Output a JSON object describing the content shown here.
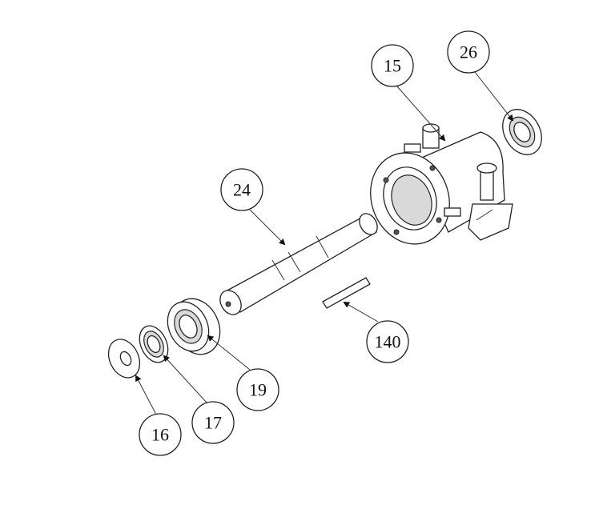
{
  "diagram": {
    "type": "exploded-parts-diagram",
    "callouts": [
      {
        "id": "15",
        "part": "housing"
      },
      {
        "id": "26",
        "part": "seal-right"
      },
      {
        "id": "24",
        "part": "shaft"
      },
      {
        "id": "140",
        "part": "key"
      },
      {
        "id": "19",
        "part": "bearing"
      },
      {
        "id": "17",
        "part": "seal-left"
      },
      {
        "id": "16",
        "part": "washer"
      }
    ],
    "colors": {
      "line": "#222222",
      "shade": "#d9d9d9",
      "background": "#ffffff"
    }
  }
}
